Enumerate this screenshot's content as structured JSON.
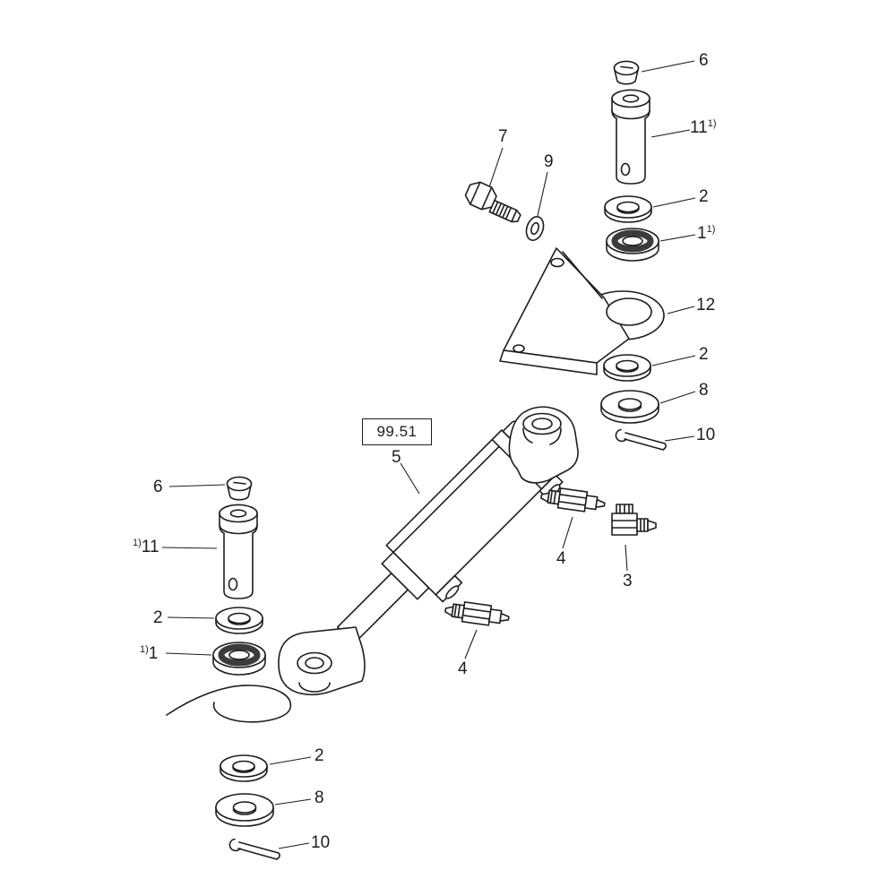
{
  "page": {
    "background": "#ffffff"
  },
  "diagram": {
    "section_ref": "99.51",
    "line_color": "#1d1d1d",
    "labels": [
      {
        "text": "6"
      },
      {
        "text": "11",
        "sup": "1)"
      },
      {
        "text": "2"
      },
      {
        "text": "1",
        "sup": "1)"
      },
      {
        "text": "12"
      },
      {
        "text": "2"
      },
      {
        "text": "8"
      },
      {
        "text": "10"
      },
      {
        "text": "7"
      },
      {
        "text": "9"
      },
      {
        "text": "5"
      },
      {
        "text": "4"
      },
      {
        "text": "3"
      },
      {
        "text": "4"
      },
      {
        "text": "6"
      },
      {
        "text": "11",
        "pre": "1)"
      },
      {
        "text": "2"
      },
      {
        "text": "1",
        "pre": "1)"
      },
      {
        "text": "2"
      },
      {
        "text": "8"
      },
      {
        "text": "10"
      }
    ]
  }
}
